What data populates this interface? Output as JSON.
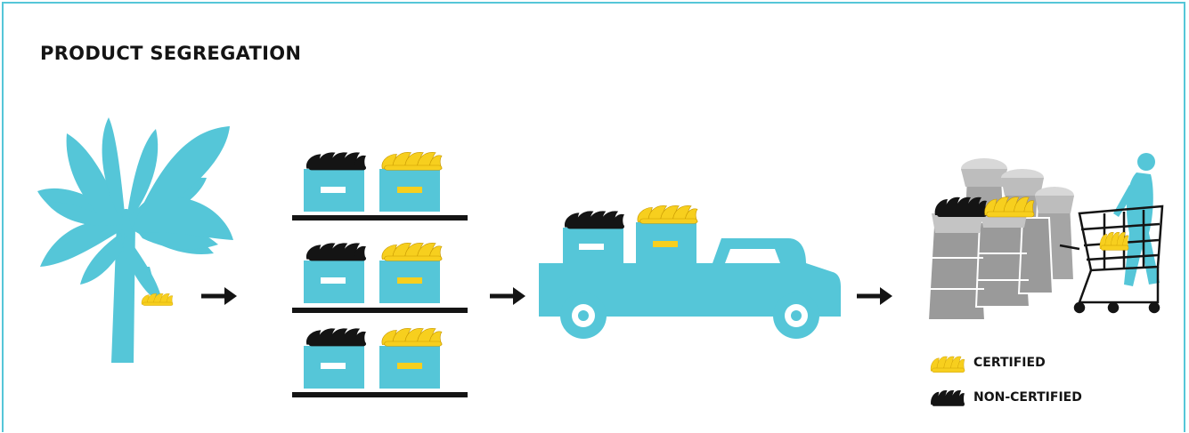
{
  "title": "PRODUCT SEGREGATION",
  "legend": {
    "certified_label": "CERTIFIED",
    "non_certified_label": "NON-CERTIFIED"
  },
  "stages": [
    "banana-tree",
    "warehouse-shelves",
    "delivery-truck",
    "market-store"
  ],
  "colors": {
    "accent": "#55c6d8",
    "certified": "#f7cf1e",
    "non_certified": "#141414",
    "frame": "#55c6d8",
    "store_gray": "#a5a5a5"
  }
}
